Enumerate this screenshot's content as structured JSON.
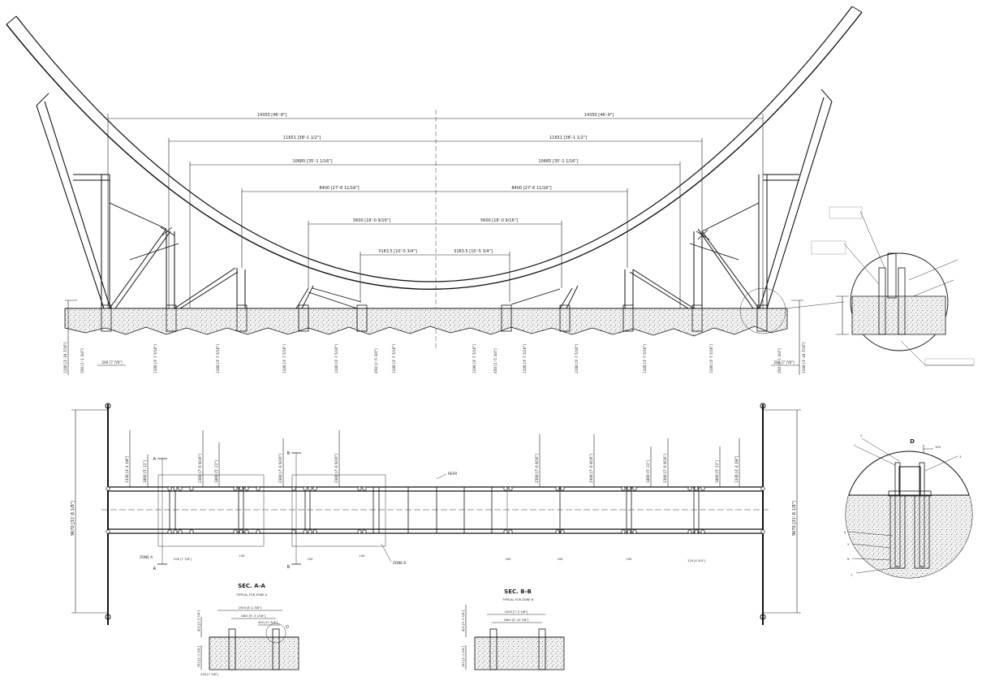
{
  "elevation": {
    "dims_top": [
      "14350 [46'-9\"]",
      "14350 [46'-9\"]"
    ],
    "dims_row2": [
      "11651 [38'-1 1/2\"]",
      "11651 [38'-1 1/2\"]"
    ],
    "dims_row3": [
      "10685 [35'-1 1/16\"]",
      "10685 [35'-1 1/16\"]"
    ],
    "dims_row4": [
      "8400 [27'-6 11/16\"]",
      "8400 [27'-6 11/16\"]"
    ],
    "dims_row5": [
      "5600 [18'-0 9/16\"]",
      "5600 [18'-0 9/16\"]"
    ],
    "dims_row6": [
      "3183.5 [10'-5 3/4\"]",
      "3183.5 [10'-5 3/4\"]"
    ],
    "vertical_dims": [
      "1100 [3'-10 7/16\"]",
      "350 [1'-1 3/4\"]",
      "1100 [3'-7 5/16\"]",
      "1100 [3'-7 5/16\"]",
      "1100 [3'-7 5/16\"]",
      "1100 [3'-7 5/16\"]",
      "450 [1'-5 3/4\"]",
      "1100 [3'-7 5/16\"]",
      "1100 [3'-7 5/16\"]",
      "450 [1'-5 3/4\"]",
      "1100 [3'-7 5/16\"]",
      "1100 [3'-7 5/16\"]",
      "1100 [3'-7 5/16\"]",
      "1100 [3'-7 5/16\"]",
      "350 [1'-1 3/4\"]",
      "1100 [3'-10 7/16\"]"
    ],
    "base_offsets": [
      "200 [7 7/8\"]",
      "200 [7 7/8\"]"
    ]
  },
  "plan": {
    "overall": [
      "9670 [31'-8 1/8\"]",
      "9670 [31'-8 1/8\"]"
    ],
    "bay_dims": [
      "1330 [4'-4 3/8\"]",
      "1800 [5'-11\"]",
      "2300 [7'-6 9/16\"]",
      "1800 [5'-11\"]",
      "2300 [7'-6 9/16\"]",
      "2300 [7'-6 9/16\"]",
      "2300 [7'-6 9/16\"]",
      "2300 [7'-6 9/16\"]",
      "1800 [5'-11\"]",
      "2300 [7'-6 9/16\"]",
      "1800 [5'-11\"]",
      "1330 [4'-4 3/8\"]"
    ],
    "sec_marks": [
      "A",
      "A",
      "B",
      "B"
    ],
    "labels": [
      "ZONE A",
      "ZONE B",
      "REAR"
    ],
    "small_dims": [
      "200 [7 7/8\"]",
      "100",
      "100",
      "100",
      "100",
      "100",
      "100",
      "120 [4 3/4\"]"
    ]
  },
  "sections": {
    "a_title": "SEC. A-A",
    "a_sub": "TYPICAL FOR ZONE A",
    "a_dims": [
      "2500 [8'-2 3/8\"]",
      "1600 [5'-3 1/16\"]",
      "300 [11 3/4\"]",
      "400 [1'-3 3/4\"]",
      "350 [1'-1 3/4\"]",
      "200 [7 7/8\"]"
    ],
    "a_callout": "D",
    "b_title": "SEC. B-B",
    "b_sub": "TYPICAL FOR ZONE B",
    "b_dims": [
      "2200 [7'-2 5/8\"]",
      "1800 [5'-10 7/8\"]",
      "400 [1'-3 3/4\"]",
      "350 [1'-1 3/4\"]"
    ]
  },
  "detail": {
    "label": "D",
    "numbers": [
      "1",
      "2",
      "3",
      "4",
      "5",
      "6",
      "7"
    ],
    "dim": "100"
  }
}
